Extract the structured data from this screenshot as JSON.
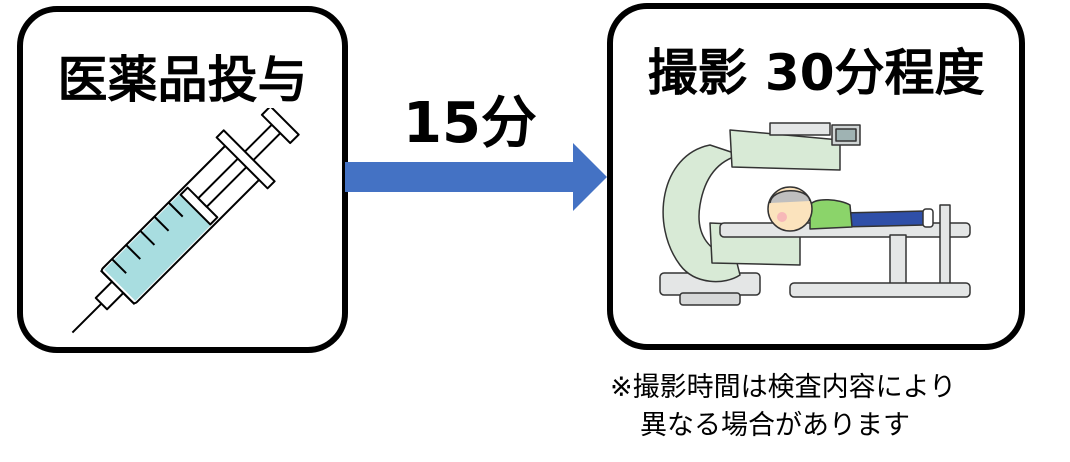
{
  "steps": [
    {
      "title": "医薬品投与",
      "illustration": "syringe-icon"
    },
    {
      "title": "撮影 30分程度",
      "illustration": "gamma-camera-scanner-icon"
    }
  ],
  "arrow": {
    "label": "15分",
    "color": "#4472c4"
  },
  "note": {
    "line1": "※撮影時間は検査内容により",
    "line2": "異なる場合があります"
  },
  "colors": {
    "syringe_liquid": "#a8dde0",
    "scanner_body": "#d8ead6",
    "scanner_frame": "#e4e6e6",
    "patient_shirt": "#8bd46a",
    "patient_pants": "#2f4fa8",
    "patient_skin": "#fbe3bd"
  }
}
